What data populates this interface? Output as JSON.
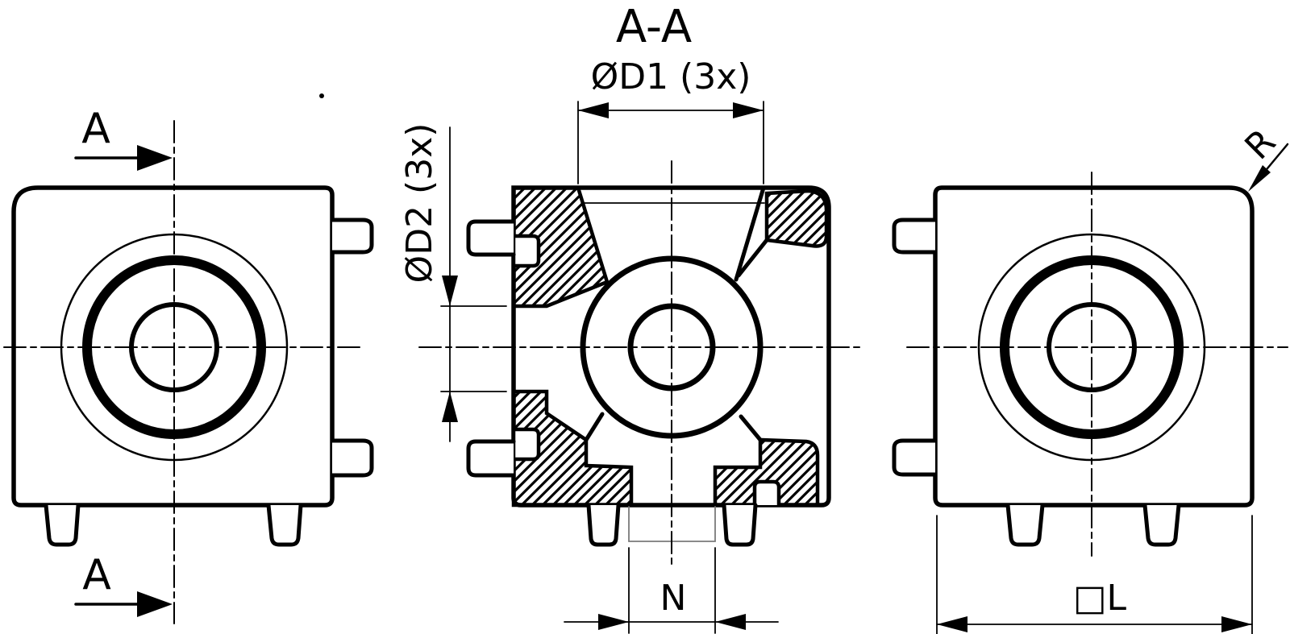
{
  "page": {
    "background": "#ffffff",
    "line_color": "#000000",
    "reference_line_color": "#7a7a7a"
  },
  "title": "A-A",
  "labels": {
    "d1": "ØD1 (3x)",
    "d2": "ØD2 (3x)",
    "n": "N",
    "l": "□L",
    "r": "R",
    "section_a": "A"
  }
}
